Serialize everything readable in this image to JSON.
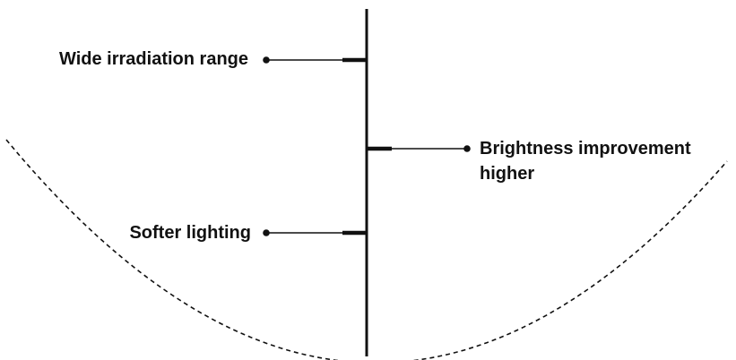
{
  "diagram": {
    "labels": {
      "wide_irradiation": "Wide irradiation range",
      "softer_lighting": "Softer lighting",
      "brightness_line1": "Brightness improvement",
      "brightness_line2": "higher"
    },
    "colors": {
      "line": "#111111",
      "text": "#111111",
      "background": "#ffffff"
    }
  }
}
